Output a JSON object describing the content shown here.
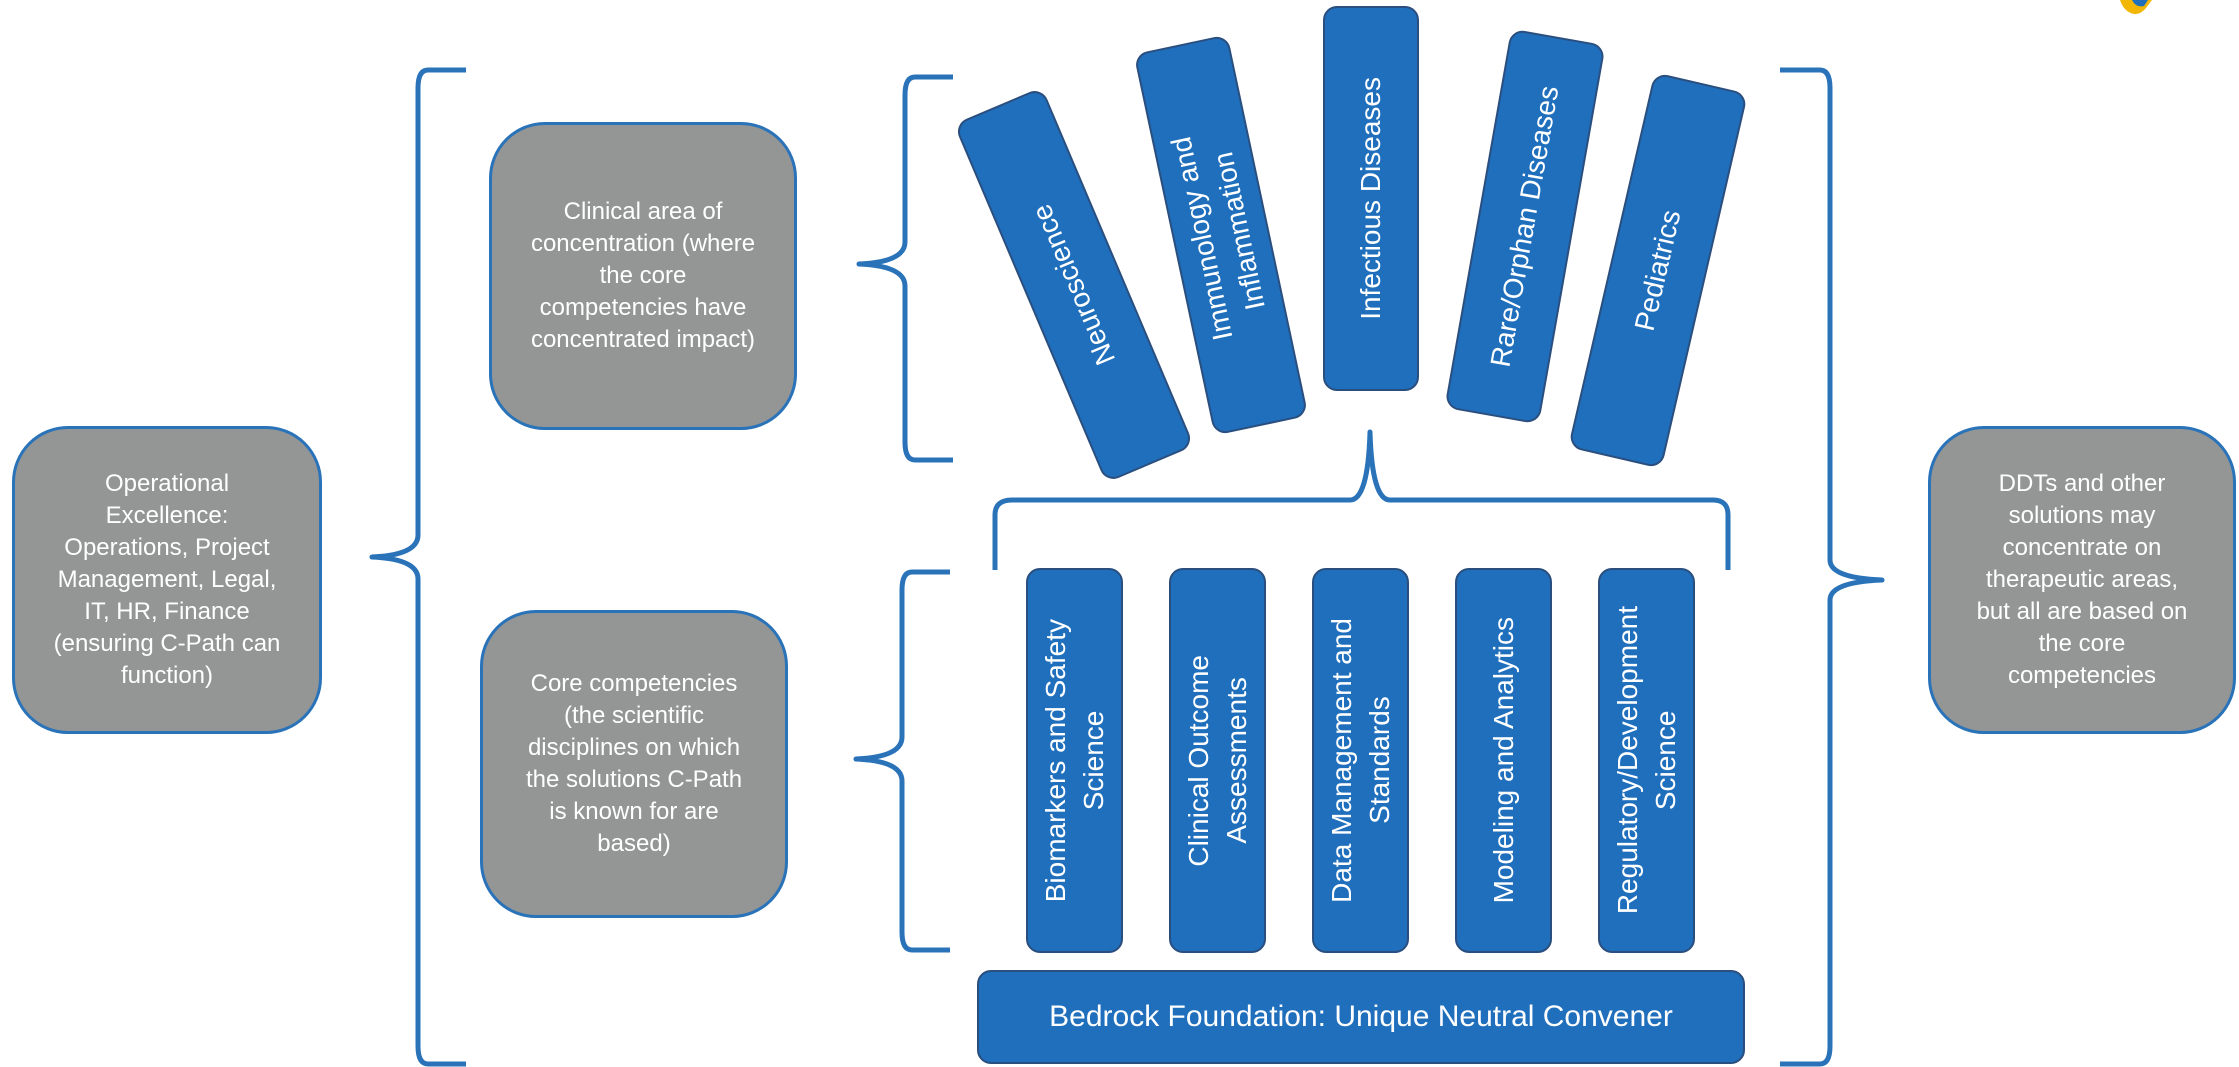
{
  "left_box": {
    "lines": [
      "Operational",
      "Excellence:",
      "Operations, Project",
      "Management, Legal,",
      "IT, HR, Finance",
      "(ensuring C-Path can",
      "function)"
    ]
  },
  "clinical_box": {
    "lines": [
      "Clinical area of",
      "concentration (where",
      "the core",
      "competencies have",
      "concentrated impact)"
    ]
  },
  "core_box": {
    "lines": [
      "Core competencies",
      "(the scientific",
      "disciplines on which",
      "the solutions C-Path",
      "is known for are",
      "based)"
    ]
  },
  "right_box": {
    "lines": [
      "DDTs and other",
      "solutions may",
      "concentrate on",
      "therapeutic areas,",
      "but all are based on",
      "the core",
      "competencies"
    ]
  },
  "clinical_areas": [
    {
      "lines": [
        "Neuroscience"
      ]
    },
    {
      "lines": [
        "Immunology and",
        "Inflammation"
      ]
    },
    {
      "lines": [
        "Infectious Diseases"
      ]
    },
    {
      "lines": [
        "Rare/Orphan Diseases"
      ]
    },
    {
      "lines": [
        "Pediatrics"
      ]
    }
  ],
  "competencies": [
    {
      "lines": [
        "Biomarkers and Safety",
        "Science"
      ]
    },
    {
      "lines": [
        "Clinical Outcome",
        "Assessments"
      ]
    },
    {
      "lines": [
        "Data Management and",
        "Standards"
      ]
    },
    {
      "lines": [
        "Modeling and Analytics"
      ]
    },
    {
      "lines": [
        "Regulatory/Development",
        "Science"
      ]
    }
  ],
  "foundation": {
    "label": "Bedrock Foundation: Unique Neutral Convener"
  },
  "colors": {
    "pill_fill": "#1f6fbd",
    "box_fill": "#939695",
    "bracket": "#2a73b9"
  },
  "icons": {
    "logo": "c-path-logo-fragment"
  }
}
